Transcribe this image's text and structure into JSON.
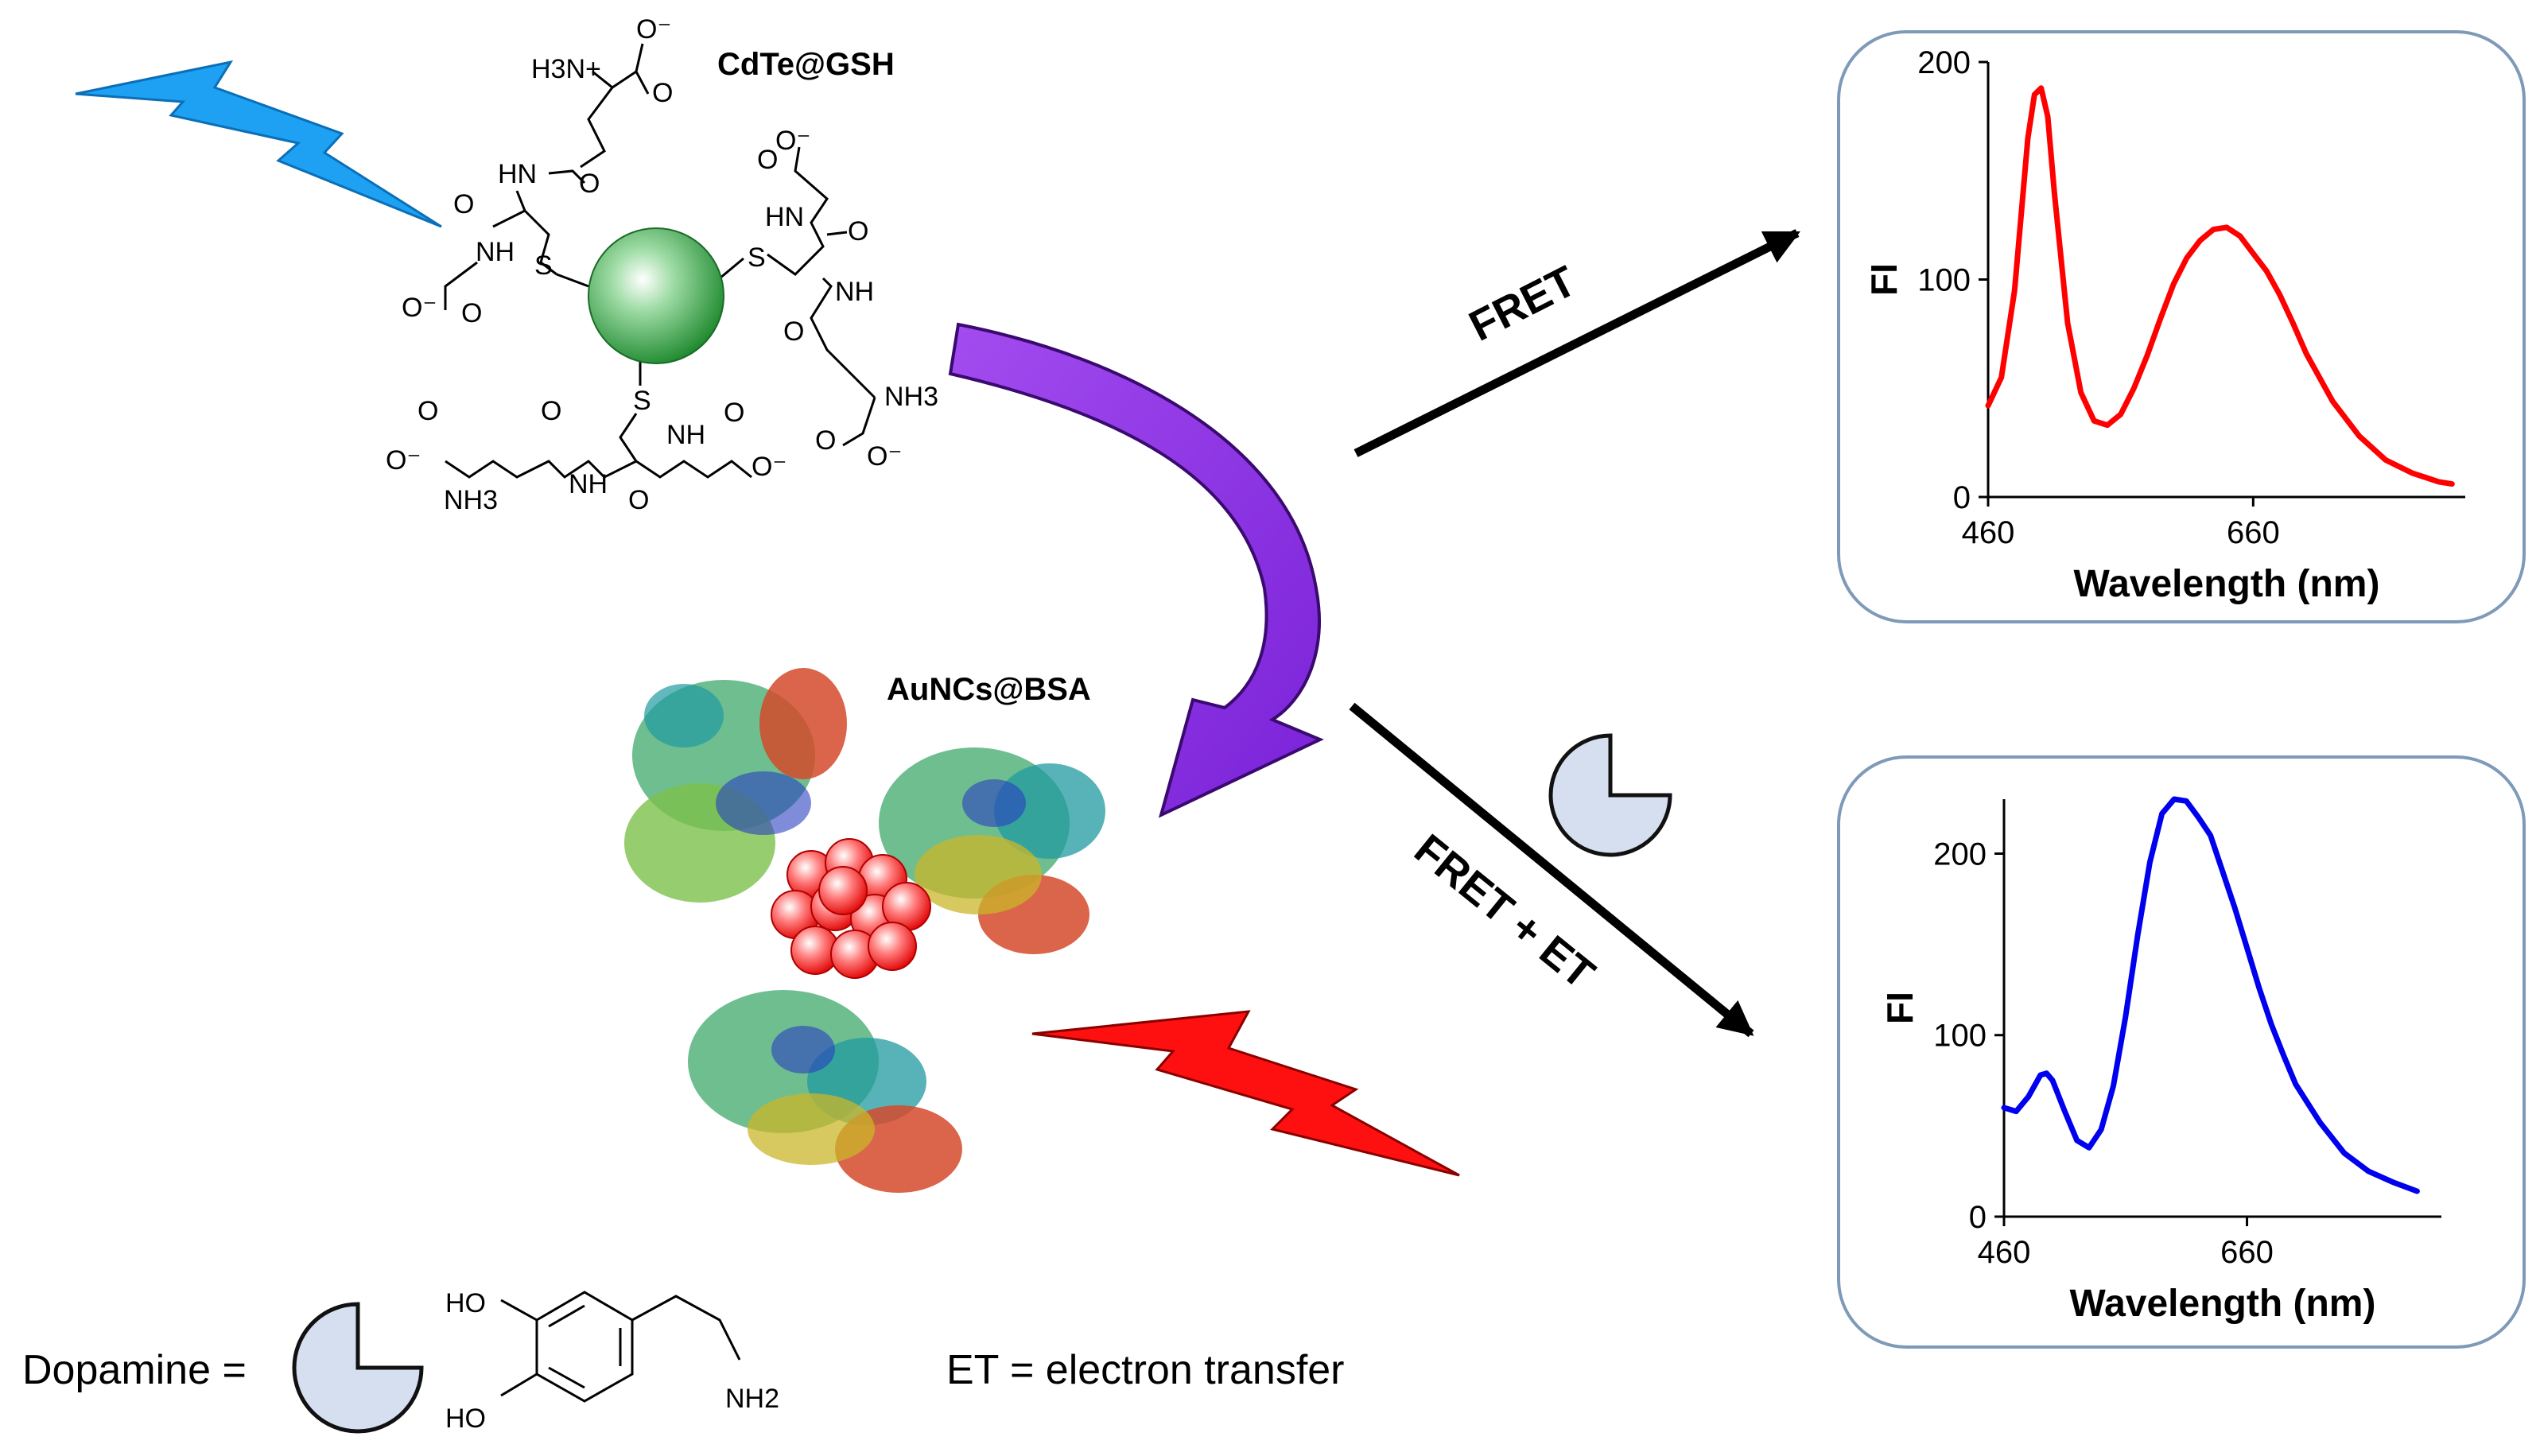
{
  "labels": {
    "cdte": "CdTe@GSH",
    "aunc": "AuNCs@BSA",
    "fret": "FRET",
    "fret_et": "FRET + ET",
    "dopamine_eq": "Dopamine =",
    "et_eq": "ET = electron transfer"
  },
  "chem": {
    "h3n_plus": "H3N+",
    "nh3_plus": "NH3",
    "nh2": "NH2",
    "ho": "HO",
    "nh": "NH",
    "hn": "HN",
    "s": "S",
    "o": "O",
    "o_minus": "O⁻"
  },
  "colors": {
    "lightning_blue": "#1ea1f2",
    "lightning_red": "#ff1010",
    "purple_arrow": "#8a2be2",
    "qd_green": "#2e9e3e",
    "cluster_red": "#ff2a2a",
    "dopamine_fill": "#d6dff0",
    "panel_border": "#7f9ab8",
    "curve_red": "#ff0000",
    "curve_blue": "#0000ee"
  },
  "chart_data": [
    {
      "type": "line",
      "name": "",
      "xlabel": "Wavelength (nm)",
      "ylabel": "FI",
      "xlim": [
        460,
        820
      ],
      "ylim": [
        0,
        200
      ],
      "xticks": [
        460,
        660
      ],
      "yticks": [
        0,
        100,
        200
      ],
      "color": "#ff0000",
      "x": [
        460,
        470,
        480,
        490,
        495,
        500,
        505,
        510,
        520,
        530,
        540,
        550,
        560,
        570,
        580,
        590,
        600,
        610,
        620,
        630,
        640,
        650,
        660,
        670,
        680,
        690,
        700,
        720,
        740,
        760,
        780,
        800,
        810
      ],
      "y": [
        42,
        55,
        95,
        165,
        185,
        188,
        175,
        140,
        80,
        48,
        35,
        33,
        38,
        50,
        65,
        82,
        98,
        110,
        118,
        123,
        124,
        120,
        112,
        104,
        93,
        80,
        66,
        44,
        28,
        17,
        11,
        7,
        6
      ]
    },
    {
      "type": "line",
      "name": "",
      "xlabel": "Wavelength (nm)",
      "ylabel": "FI",
      "xlim": [
        460,
        820
      ],
      "ylim": [
        0,
        230
      ],
      "xticks": [
        460,
        660
      ],
      "yticks": [
        0,
        100,
        200
      ],
      "color": "#0000ee",
      "x": [
        460,
        470,
        480,
        490,
        495,
        500,
        510,
        520,
        530,
        540,
        550,
        560,
        570,
        580,
        590,
        600,
        610,
        620,
        630,
        640,
        650,
        660,
        670,
        680,
        690,
        700,
        720,
        740,
        760,
        780,
        800
      ],
      "y": [
        60,
        58,
        66,
        78,
        79,
        75,
        58,
        42,
        38,
        48,
        72,
        110,
        155,
        195,
        222,
        230,
        229,
        220,
        210,
        190,
        170,
        148,
        126,
        106,
        89,
        73,
        52,
        35,
        25,
        19,
        14
      ]
    }
  ]
}
